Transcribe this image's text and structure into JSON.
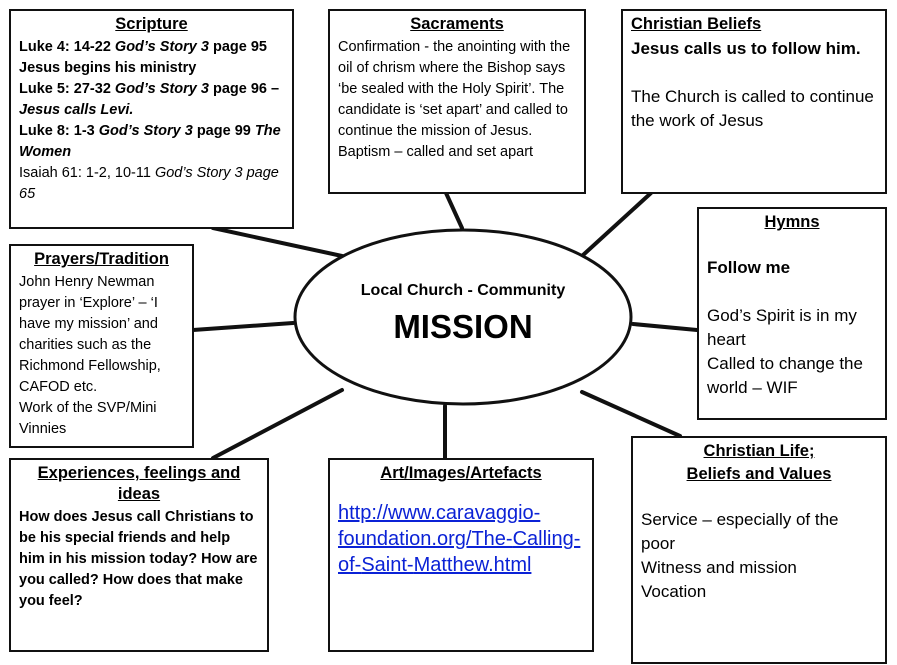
{
  "center": {
    "subtitle": "Local Church - Community",
    "title": "MISSION"
  },
  "scripture": {
    "title": "Scripture",
    "line1a": "Luke 4: 14-22 ",
    "line1b": "God’s Story 3",
    "line1c": " page 95 Jesus begins his ministry",
    "line2a": "Luke 5: 27-32 ",
    "line2b": "God’s Story 3",
    "line2c": " page 96 – ",
    "line2d": "Jesus calls Levi.",
    "line3a": "Luke 8: 1-3 ",
    "line3b": "God’s Story 3",
    "line3c": " page 99 ",
    "line3d": "The Women",
    "line4a": "Isaiah 61: 1-2, 10-11 ",
    "line4b": "God’s Story 3 page 65"
  },
  "sacraments": {
    "title": "Sacraments",
    "text1": "Confirmation  - the anointing with the oil of chrism where the Bishop says ‘be sealed with the Holy Spirit’. The candidate is ‘set apart’ and called to continue the mission of Jesus.",
    "text2": "Baptism – called and set apart"
  },
  "christian_beliefs": {
    "title": "Christian Beliefs",
    "bold_line": "Jesus calls us to follow him.",
    "text": "The Church is called to continue the work of Jesus"
  },
  "hymns": {
    "title": "Hymns",
    "bold_line": "Follow me",
    "text1": "God’s Spirit is in my heart",
    "text2": "Called to change the world – WIF"
  },
  "prayers": {
    "title": "Prayers/Tradition",
    "text1": "John Henry Newman prayer in ‘Explore’ – ‘I have my mission’ and charities such as the Richmond Fellowship, CAFOD etc.",
    "text2": "Work of the SVP/Mini Vinnies"
  },
  "experiences": {
    "title": "Experiences, feelings and ideas",
    "text": "How does Jesus call Christians to be his special friends and help him in his mission today? How are you called? How does that make you feel?"
  },
  "art": {
    "title": "Art/Images/Artefacts",
    "link": "http://www.caravaggio-foundation.org/The-Calling-of-Saint-Matthew.html"
  },
  "christian_life": {
    "title_line1": "Christian Life;",
    "title_line2": "Beliefs and Values",
    "text1": "Service – especially of the poor",
    "text2": "Witness and mission",
    "text3": "Vocation"
  }
}
